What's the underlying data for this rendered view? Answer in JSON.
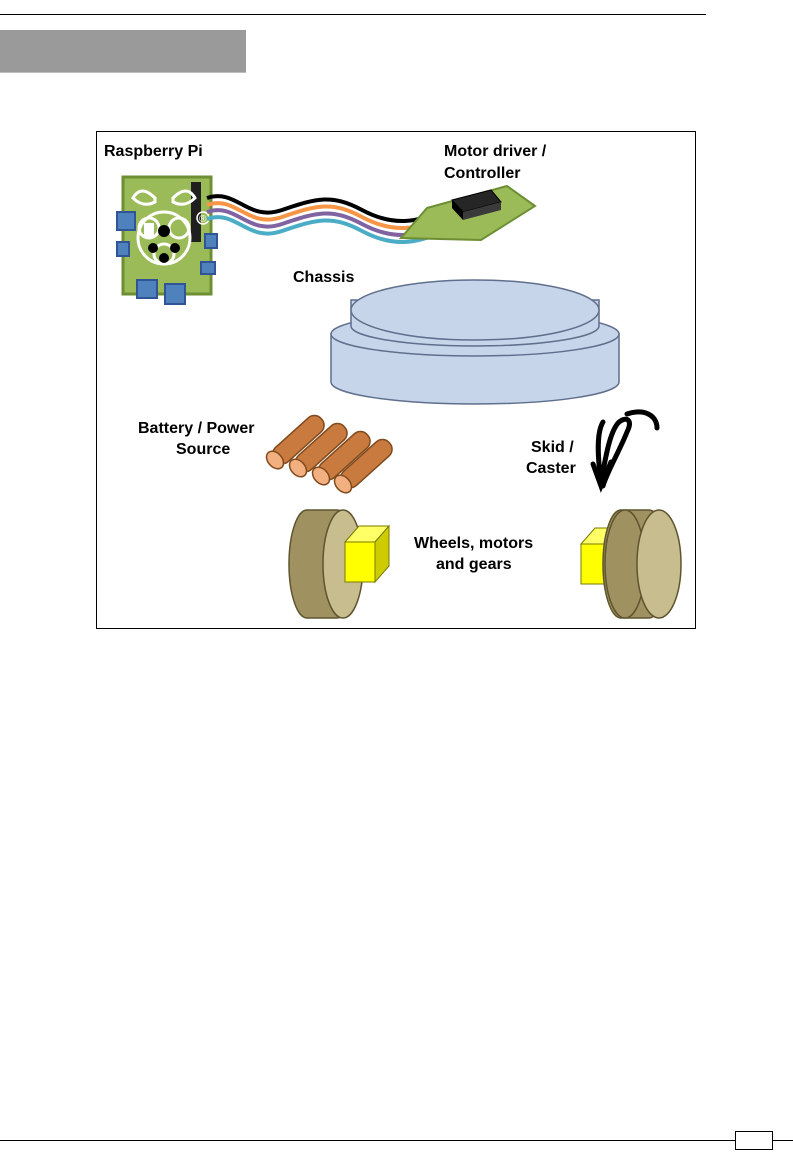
{
  "figure": {
    "labels": {
      "raspberry_pi": "Raspberry Pi",
      "motor_driver_line1": "Motor driver /",
      "motor_driver_line2": "Controller",
      "chassis": "Chassis",
      "battery_line1": "Battery / Power",
      "battery_line2": "Source",
      "skid_line1": "Skid /",
      "skid_line2": "Caster",
      "wheels_line1": "Wheels, motors",
      "wheels_line2": "and gears"
    },
    "registered_mark": "®"
  },
  "footer": {
    "page_number": ""
  },
  "colors": {
    "board_green": "#9bbb59",
    "board_border": "#6d8e33",
    "chip_blue": "#4f81bd",
    "chassis_fill": "#c6d5ea",
    "battery_orange": "#d8864a",
    "wheel_dark": "#a09260",
    "wheel_light": "#c7bd8e",
    "motor_yellow": "#ffff00",
    "tab_gray": "#9a9a9a"
  }
}
